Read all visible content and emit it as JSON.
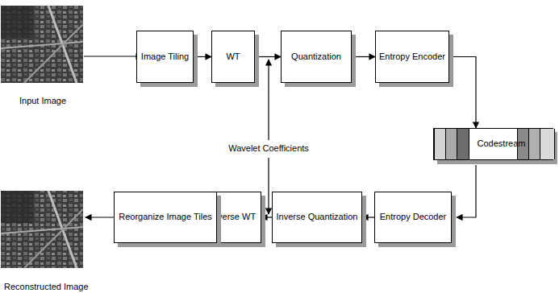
{
  "diagram": {
    "nodes": [
      {
        "text": [
          "Image Tiling"
        ]
      },
      {
        "text": [
          "WT"
        ]
      },
      {
        "text": [
          "Quantization"
        ]
      },
      {
        "text": [
          "Entropy Encoder"
        ]
      },
      {
        "text": [
          "Codestream"
        ]
      },
      {
        "text": [
          "Entropy Decoder"
        ]
      },
      {
        "text": [
          "Inverse Quantization"
        ]
      },
      {
        "text": [
          "Inverse WT"
        ]
      },
      {
        "text": [
          "Reorganize Image Tiles"
        ]
      }
    ],
    "edges": [
      {
        "from": 0,
        "to": 1,
        "arrow": "to"
      },
      {
        "from": 1,
        "to": 2,
        "arrow": "to"
      },
      {
        "from": 2,
        "to": 3,
        "arrow": "to"
      },
      {
        "from": 3,
        "to": 4,
        "arrow": "to"
      },
      {
        "from": 4,
        "to": 5,
        "arrow": "to"
      },
      {
        "from": 5,
        "to": 6,
        "arrow": "to"
      },
      {
        "from": 6,
        "to": 7,
        "arrow": "to"
      },
      {
        "from": 7,
        "to": 8,
        "arrow": "to"
      }
    ],
    "labels": [
      "Input Image",
      "Wavelet Coefficients",
      "Reconstructed Image"
    ]
  }
}
